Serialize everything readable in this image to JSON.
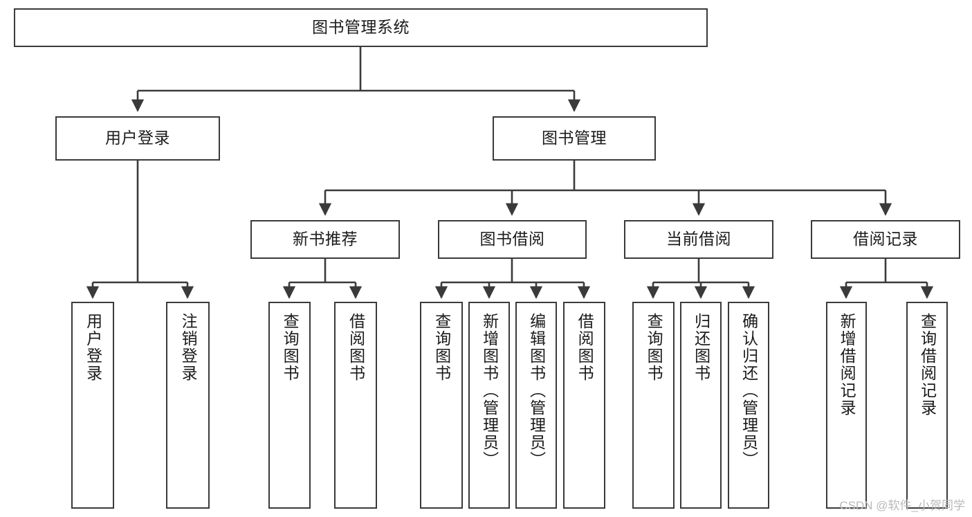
{
  "diagram": {
    "type": "tree",
    "title": "图书管理系统",
    "watermark": "CSDN @软件_小贺同学",
    "colors": {
      "box_border": "#3a3a3a",
      "box_fill": "#ffffff",
      "edge": "#3a3a3a",
      "text": "#1b1b1b",
      "watermark": "#b9b9b9",
      "background": "#ffffff"
    },
    "nodes": {
      "root": {
        "label": "图书管理系统"
      },
      "level2": [
        {
          "id": "user-login",
          "label": "用户登录"
        },
        {
          "id": "book-management",
          "label": "图书管理"
        }
      ],
      "level3": [
        {
          "id": "new-book-recommend",
          "label": "新书推荐"
        },
        {
          "id": "book-borrow",
          "label": "图书借阅"
        },
        {
          "id": "current-borrow",
          "label": "当前借阅"
        },
        {
          "id": "borrow-record",
          "label": "借阅记录"
        }
      ],
      "leaves": [
        {
          "id": "leaf-user-login",
          "label": "用户登录",
          "parent": "user-login"
        },
        {
          "id": "leaf-logout-login",
          "label": "注销登录",
          "parent": "user-login"
        },
        {
          "id": "leaf-query-book-1",
          "label": "查询图书",
          "parent": "new-book-recommend"
        },
        {
          "id": "leaf-borrow-book-1",
          "label": "借阅图书",
          "parent": "new-book-recommend"
        },
        {
          "id": "leaf-query-book-2",
          "label": "查询图书",
          "parent": "book-borrow"
        },
        {
          "id": "leaf-add-book-admin",
          "label": "新增图书（管理员）",
          "parent": "book-borrow"
        },
        {
          "id": "leaf-edit-book-admin",
          "label": "编辑图书（管理员）",
          "parent": "book-borrow"
        },
        {
          "id": "leaf-borrow-book-2",
          "label": "借阅图书",
          "parent": "book-borrow"
        },
        {
          "id": "leaf-query-book-3",
          "label": "查询图书",
          "parent": "current-borrow"
        },
        {
          "id": "leaf-return-book",
          "label": "归还图书",
          "parent": "current-borrow"
        },
        {
          "id": "leaf-confirm-return-admin",
          "label": "确认归还（管理员）",
          "parent": "current-borrow"
        },
        {
          "id": "leaf-add-borrow-record",
          "label": "新增借阅记录",
          "parent": "borrow-record"
        },
        {
          "id": "leaf-query-borrow-record",
          "label": "查询借阅记录",
          "parent": "borrow-record"
        }
      ]
    }
  }
}
